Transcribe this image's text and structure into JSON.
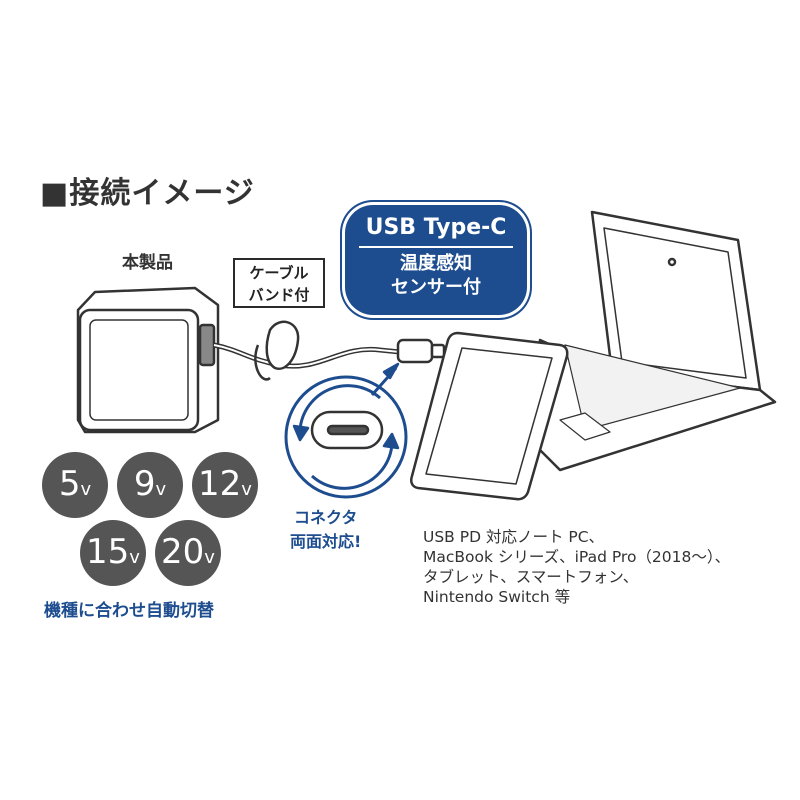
{
  "title": "■接続イメージ",
  "product_label": "本製品",
  "cable_band_callout": [
    "ケーブル",
    "バンド付"
  ],
  "badge": {
    "heading": "USB Type-C",
    "lines": [
      "温度感知",
      "センサー付"
    ],
    "color": "#1d4d8f"
  },
  "voltages": [
    {
      "value": "5",
      "unit": "v"
    },
    {
      "value": "9",
      "unit": "v"
    },
    {
      "value": "12",
      "unit": "v"
    },
    {
      "value": "15",
      "unit": "v"
    },
    {
      "value": "20",
      "unit": "v"
    }
  ],
  "auto_switch": "機種に合わせ自動切替",
  "connector_note": [
    "コネクタ",
    "両面対応!"
  ],
  "compatibility": [
    "USB PD 対応ノート PC、",
    "MacBook シリーズ、iPad Pro（2018～）、",
    "タブレット、スマートフォン、",
    "Nintendo Switch 等"
  ]
}
